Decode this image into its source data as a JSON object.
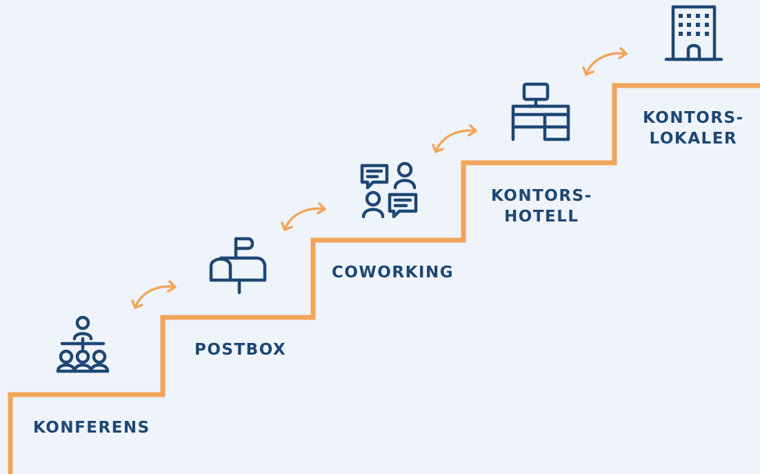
{
  "steps": [
    {
      "id": "konferens",
      "lines": [
        "KONFERENS"
      ],
      "icon": "conference-icon"
    },
    {
      "id": "postbox",
      "lines": [
        "POSTBOX"
      ],
      "icon": "mailbox-icon"
    },
    {
      "id": "coworking",
      "lines": [
        "COWORKING"
      ],
      "icon": "coworking-icon"
    },
    {
      "id": "kontorshotell",
      "lines": [
        "KONTORS-",
        "HOTELL"
      ],
      "icon": "desk-icon"
    },
    {
      "id": "kontorslokaler",
      "lines": [
        "KONTORS-",
        "LOKALER"
      ],
      "icon": "office-building-icon"
    }
  ],
  "colors": {
    "background": "#eff3fa",
    "stairs": "#f2a55a",
    "arrows": "#f2a55a",
    "icons": "#1d4774",
    "text": "#1d4774"
  }
}
